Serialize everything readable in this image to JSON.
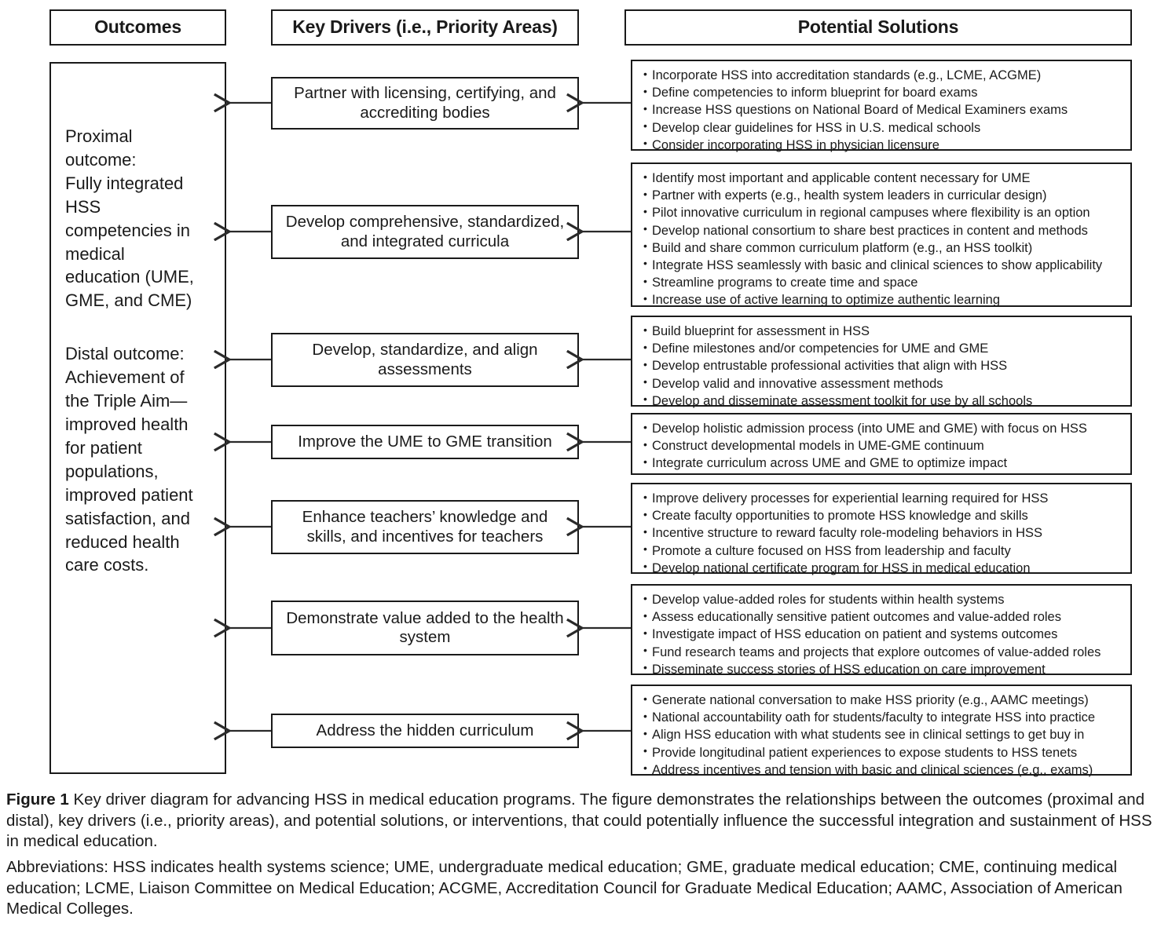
{
  "headers": {
    "outcomes": "Outcomes",
    "key_drivers": "Key Drivers (i.e., Priority Areas)",
    "potential_solutions": "Potential Solutions"
  },
  "outcomes": {
    "proximal": "Proximal\noutcome:\nFully integrated\nHSS\ncompetencies in\nmedical\neducation (UME,\nGME, and CME)",
    "distal": "Distal outcome:\nAchievement of\nthe Triple Aim—\nimproved health\nfor patient\npopulations,\nimproved patient\nsatisfaction, and\nreduced health\ncare costs."
  },
  "drivers": [
    {
      "label": "Partner with licensing, certifying, and accrediting bodies"
    },
    {
      "label": "Develop comprehensive, standardized, and integrated curricula"
    },
    {
      "label": "Develop, standardize, and align assessments"
    },
    {
      "label": "Improve the UME to GME transition"
    },
    {
      "label": "Enhance teachers’ knowledge and skills, and incentives for teachers"
    },
    {
      "label": "Demonstrate value added to the health system"
    },
    {
      "label": "Address the hidden curriculum"
    }
  ],
  "solutions": [
    {
      "items": [
        "Incorporate HSS into accreditation standards (e.g., LCME, ACGME)",
        "Define competencies to inform blueprint for board exams",
        "Increase HSS questions on National Board of Medical Examiners exams",
        "Develop clear guidelines for HSS in U.S. medical schools",
        "Consider incorporating HSS in physician licensure"
      ]
    },
    {
      "items": [
        "Identify most important and applicable content necessary for UME",
        "Partner with experts (e.g., health system leaders in curricular design)",
        "Pilot innovative curriculum in regional campuses where flexibility is an option",
        "Develop national consortium to share best practices in content and methods",
        "Build and share common curriculum platform (e.g., an HSS toolkit)",
        "Integrate HSS seamlessly with basic and clinical sciences to show applicability",
        "Streamline programs to create time and space",
        "Increase use of active learning to optimize authentic learning"
      ]
    },
    {
      "items": [
        "Build blueprint for assessment in HSS",
        "Define milestones and/or competencies for UME and GME",
        "Develop entrustable professional activities that align with HSS",
        "Develop valid and innovative assessment methods",
        "Develop and disseminate assessment toolkit for use by all schools"
      ]
    },
    {
      "items": [
        "Develop holistic admission process (into UME and GME) with focus on HSS",
        "Construct developmental models in UME-GME continuum",
        "Integrate curriculum across UME and GME to optimize impact"
      ]
    },
    {
      "items": [
        "Improve delivery processes for experiential learning required for HSS",
        "Create faculty opportunities to promote HSS knowledge and skills",
        "Incentive structure to reward faculty role-modeling behaviors in HSS",
        "Promote a culture focused on HSS from leadership and faculty",
        "Develop national certificate program for HSS in medical education"
      ]
    },
    {
      "items": [
        "Develop value-added roles for students within health systems",
        "Assess educationally sensitive patient outcomes and value-added roles",
        "Investigate impact of HSS education on patient and systems outcomes",
        "Fund research teams and projects that explore outcomes of value-added roles",
        "Disseminate success stories of HSS education on care improvement"
      ]
    },
    {
      "items": [
        "Generate national conversation to make HSS priority (e.g., AAMC meetings)",
        "National accountability oath for students/faculty to integrate HSS into practice",
        "Align HSS education with what students see in clinical settings to get buy in",
        "Provide longitudinal patient experiences to expose students to HSS tenets",
        "Address incentives and tension with basic and clinical sciences (e.g., exams)"
      ]
    }
  ],
  "caption": {
    "figure_label": "Figure 1",
    "body": " Key driver diagram for advancing HSS in medical education programs. The figure demonstrates the relationships between the outcomes (proximal and distal), key drivers (i.e., priority areas), and potential solutions, or interventions, that could potentially influence the successful integration and sustainment of HSS in medical education.",
    "abbreviations": "Abbreviations: HSS indicates health systems science; UME, undergraduate medical education; GME, graduate medical education; CME, continuing medical education; LCME, Liaison Committee on Medical Education; ACGME, Accreditation Council for Graduate Medical Education; AAMC, Association of American Medical Colleges."
  },
  "colors": {
    "border": "#1a1a1a",
    "arrow": "#2a2a2a",
    "background": "#ffffff",
    "text": "#1a1a1a"
  }
}
